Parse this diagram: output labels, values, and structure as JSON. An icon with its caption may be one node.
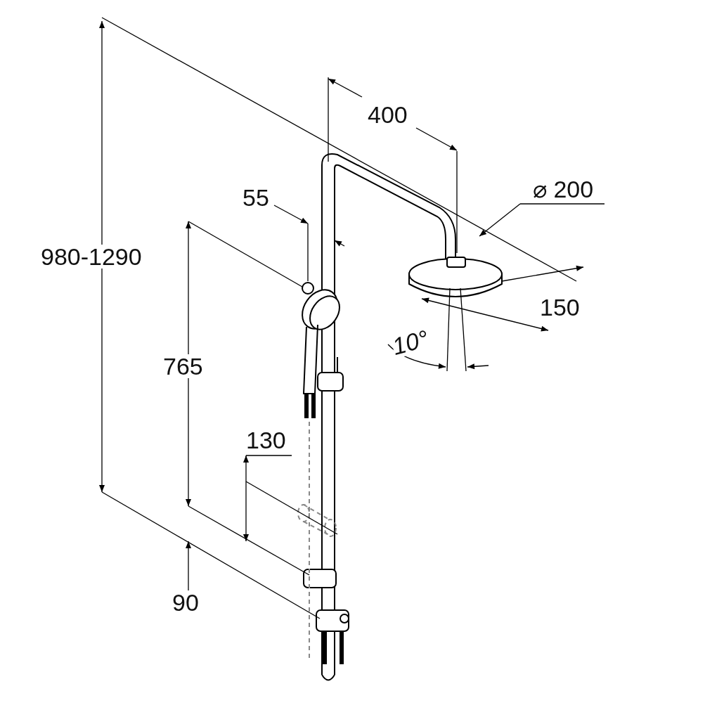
{
  "diagram": {
    "labels": [
      "400",
      "⌀ 200",
      "55",
      "980-1290",
      "150",
      "10°",
      "765",
      "130",
      "90"
    ]
  }
}
